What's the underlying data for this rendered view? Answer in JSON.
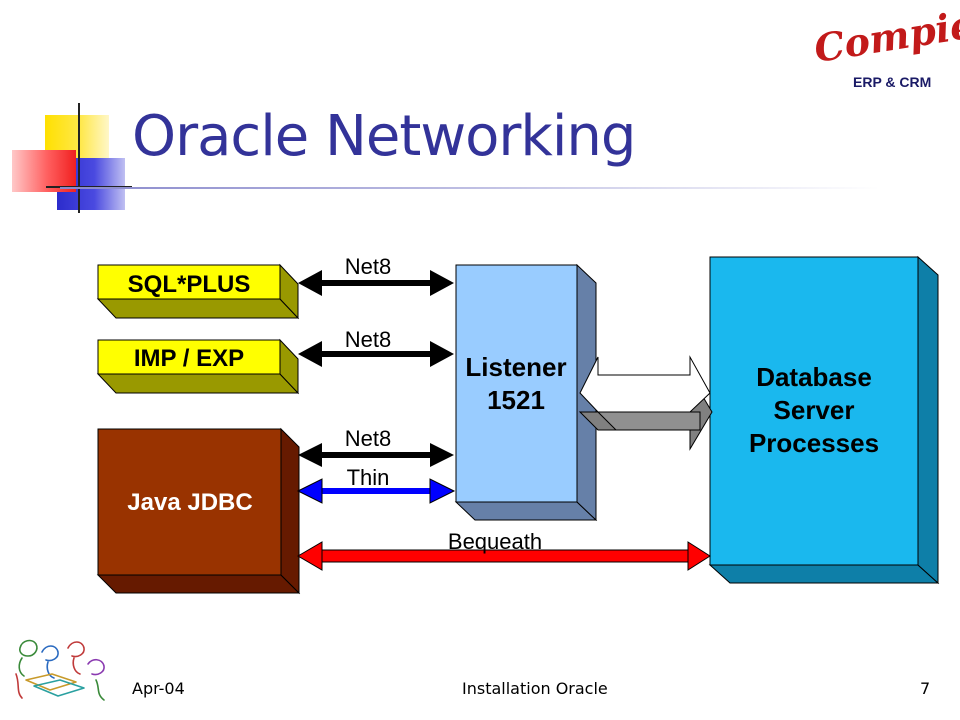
{
  "slide": {
    "title": "Oracle Networking"
  },
  "logo": {
    "script": "Compiere",
    "subtitle": "ERP & CRM"
  },
  "diagram": {
    "clients": [
      {
        "label": "SQL*PLUS"
      },
      {
        "label": "IMP / EXP"
      },
      {
        "label": "Java JDBC"
      }
    ],
    "listener": {
      "line1": "Listener",
      "line2": "1521"
    },
    "database": {
      "line1": "Database",
      "line2": "Server",
      "line3": "Processes"
    },
    "connections": [
      {
        "label": "Net8"
      },
      {
        "label": "Net8"
      },
      {
        "label": "Net8"
      },
      {
        "label": "Thin"
      },
      {
        "label": "Bequeath"
      }
    ],
    "colors": {
      "client_box": "#ffff00",
      "client_side": "#999900",
      "jdbc_box": "#993300",
      "jdbc_side": "#661a00",
      "listener": "#99ccff",
      "listener_side": "#6680a8",
      "database": "#1ab8ee",
      "database_side": "#0e7fa8",
      "net8_arrow": "#000000",
      "thin_arrow": "#0000ff",
      "bequeath_arrow": "#ff0000",
      "title": "#333399"
    }
  },
  "footer": {
    "date": "Apr-04",
    "center": "Installation Oracle",
    "page": "7"
  }
}
